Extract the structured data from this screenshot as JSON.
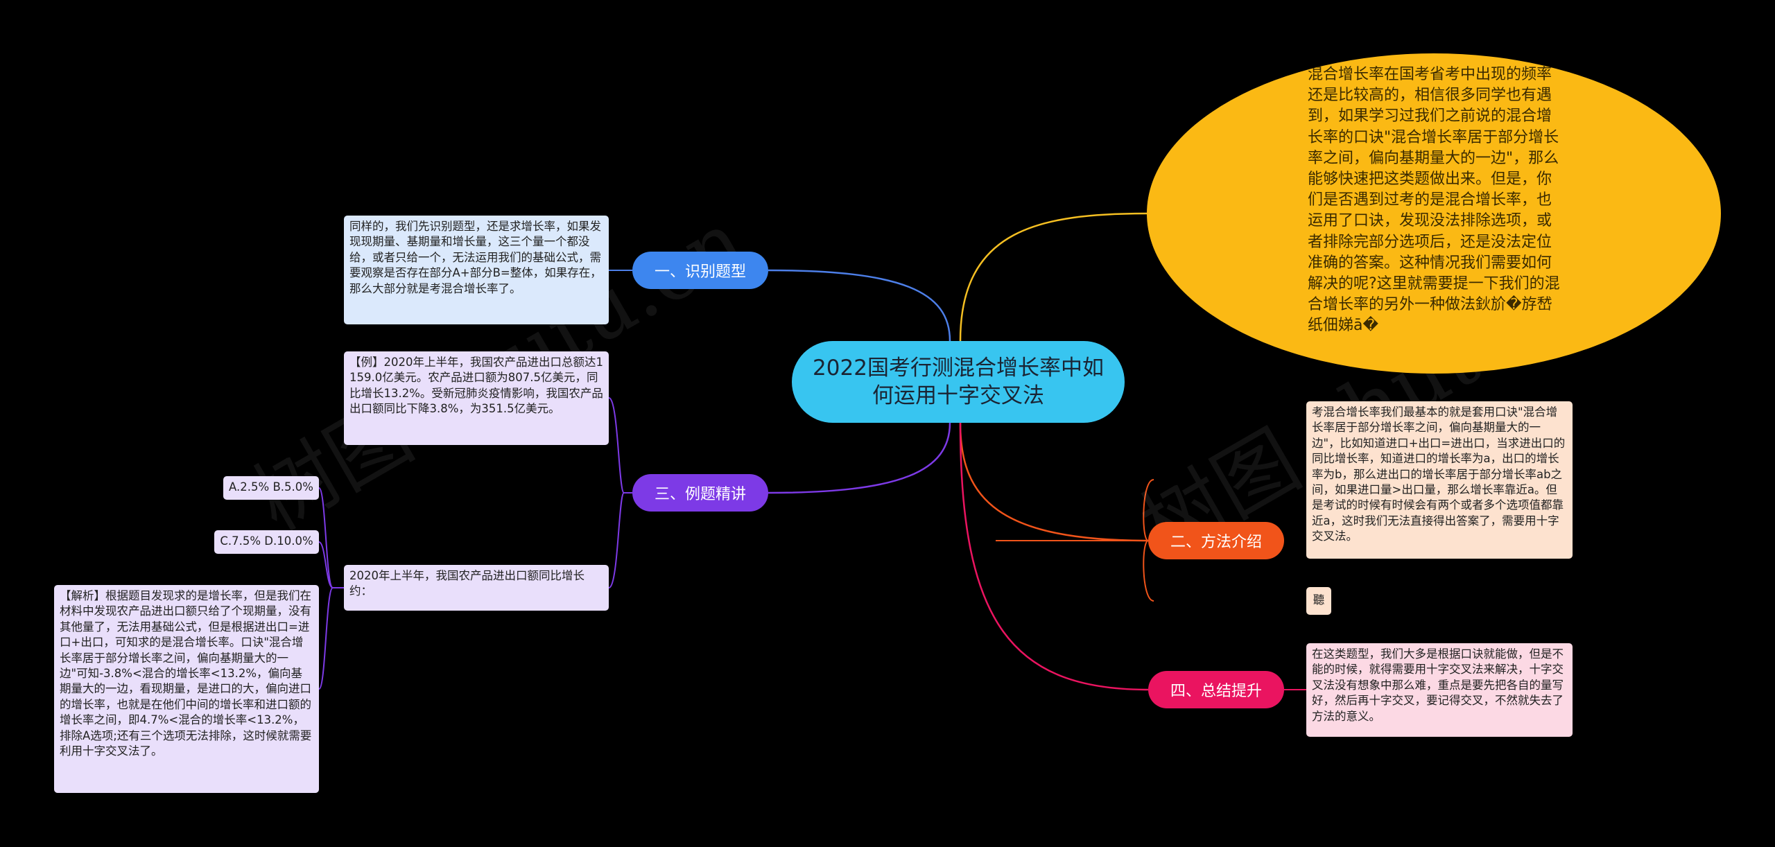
{
  "central": {
    "title": "2022国考行测混合增长率中如何运用十字交叉法"
  },
  "branches": {
    "b1": "一、识别题型",
    "b2": "二、方法介绍",
    "b3": "三、例题精讲",
    "b4": "四、总结提升"
  },
  "intro": "混合增长率在国考省考中出现的频率还是比较高的，相信很多同学也有遇到，如果学习过我们之前说的混合增长率的口诀\"混合增长率居于部分增长率之间，偏向基期量大的一边\"，那么能够快速把这类题做出来。但是，你们是否遇到过考的是混合增长率，也运用了口诀，发现没法排除选项，或者排除完部分选项后，还是没法定位准确的答案。这种情况我们需要如何解决的呢?这里就需要提一下我们的混合增长率的另外一种做法鈥斺�斿嵆纸佃娣ā�",
  "identify": {
    "text": "同样的，我们先识别题型，还是求增长率，如果发现现期量、基期量和增长量，这三个量一个都没给，或者只给一个，无法运用我们的基础公式，需要观察是否存在部分A+部分B=整体，如果存在，那么大部分就是考混合增长率了。"
  },
  "example": {
    "material": "【例】2020年上半年，我国农产品进出口总额达1159.0亿美元。农产品进口额为807.5亿美元，同比增长13.2%。受新冠肺炎疫情影响，我国农产品出口额同比下降3.8%，为351.5亿美元。",
    "question": "2020年上半年，我国农产品进出口额同比增长约：",
    "option1": "A.2.5% B.5.0%",
    "option2": "C.7.5% D.10.0%",
    "analysis": "【解析】根据题目发现求的是增长率，但是我们在材料中发现农产品进出口额只给了个现期量，没有其他量了，无法用基础公式，但是根据进出口=进口+出口，可知求的是混合增长率。口诀\"混合增长率居于部分增长率之间，偏向基期量大的一边\"可知-3.8%<混合的增长率<13.2%，偏向基期量大的一边，看现期量，是进口的大，偏向进口的增长率，也就是在他们中间的增长率和进口额的增长率之间，即4.7%<混合的增长率<13.2%，排除A选项;还有三个选项无法排除，这时候就需要利用十字交叉法了。"
  },
  "method": {
    "text": "考混合增长率我们最基本的就是套用口诀\"混合增长率居于部分增长率之间，偏向基期量大的一边\"，比如知道进口+出口=进出口，当求进出口的同比增长率，知道进口的增长率为a，出口的增长率为b，那么进出口的增长率居于部分增长率ab之间，如果进口量>出口量，那么增长率靠近a。但是考试的时候有时候会有两个或者多个选项值都靠近a，这时我们无法直接得出答案了，需要用十字交叉法。",
    "small": "聽"
  },
  "summary": {
    "text": "在这类题型，我们大多是根据口诀就能做，但是不能的时候，就得需要用十字交叉法来解决，十字交叉法没有想象中那么难，重点是要先把各自的量写好，然后再十字交叉，要记得交叉，不然就失去了方法的意义。"
  },
  "watermark": "树图 shutu.cn",
  "colors": {
    "background": "#000000",
    "central": "#38c5f0",
    "branch1": "#3d86ef",
    "branch2": "#f1541a",
    "branch3": "#7d3ae6",
    "branch4": "#ea1460",
    "intro": "#fbb914"
  }
}
